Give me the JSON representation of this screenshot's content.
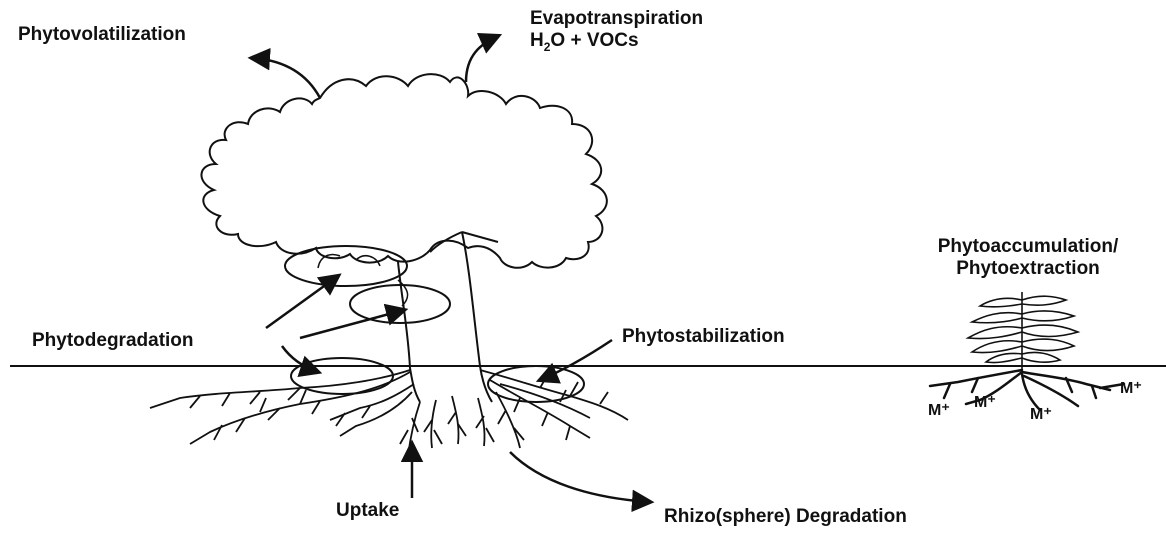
{
  "labels": {
    "phytovolatilization": "Phytovolatilization",
    "evapotranspiration_line1": "Evapotranspiration",
    "evapotranspiration_h": "H",
    "evapotranspiration_sub": "2",
    "evapotranspiration_rest": "O + VOCs",
    "phytoaccumulation_line1": "Phytoaccumulation/",
    "phytoaccumulation_line2": "Phytoextraction",
    "phytodegradation": "Phytodegradation",
    "phytostabilization": "Phytostabilization",
    "uptake": "Uptake",
    "rhizo_degradation": "Rhizo(sphere) Degradation",
    "metal_ion_1": "M⁺",
    "metal_ion_2": "M⁺",
    "metal_ion_3": "M⁺",
    "metal_ion_4": "M⁺"
  }
}
